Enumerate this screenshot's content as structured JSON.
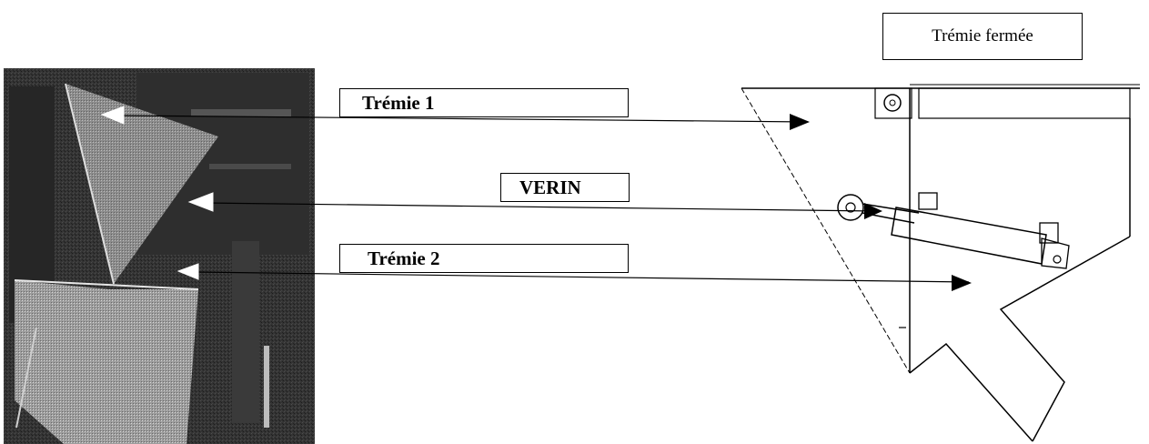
{
  "diagram": {
    "title_box": "Trémie fermée",
    "labels": {
      "tremie1": "Trémie 1",
      "verin": "VERIN",
      "tremie2": "Trémie 2"
    },
    "photo": {
      "description_icon": "photo-of-hopper-mechanism"
    },
    "colors": {
      "line": "#000000",
      "photo_dark": "#1a1a1a",
      "photo_mid": "#7a7a7a",
      "arrow_head_white": "#ffffff"
    }
  }
}
